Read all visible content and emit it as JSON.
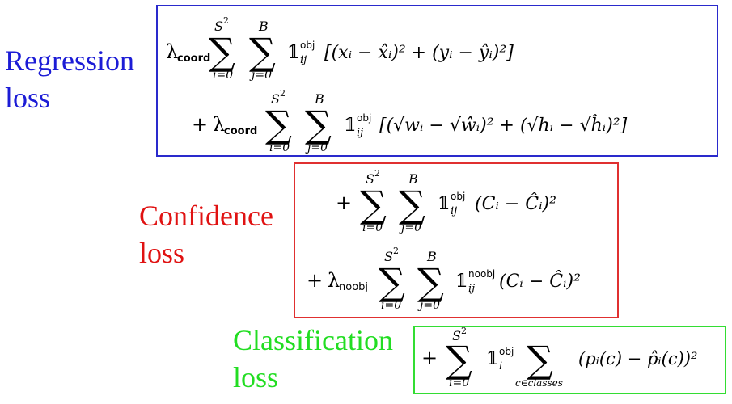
{
  "labels": {
    "regression": [
      "Regression",
      "loss"
    ],
    "confidence": [
      "Confidence",
      "loss"
    ],
    "classification": [
      "Classification",
      "loss"
    ]
  },
  "colors": {
    "regression": "#1c1cd6",
    "confidence": "#e01212",
    "classification": "#22dd22"
  },
  "symbols": {
    "lambda": "λ",
    "coord": "coord",
    "noobj_lambda": "noobj",
    "sum": "∑",
    "indicator": "𝟙",
    "obj": "obj",
    "noobj": "noobj",
    "S2": "S",
    "two": "2",
    "B": "B",
    "i0": "i=0",
    "j0": "j=0",
    "ij": "ij",
    "i": "i",
    "cclasses": "c∈classes",
    "plus": "+"
  },
  "terms": {
    "reg1": "[(xᵢ − x̂ᵢ)² + (yᵢ − ŷᵢ)²]",
    "reg2": "[(√wᵢ − √ŵᵢ)² + (√hᵢ − √ĥᵢ)²]",
    "conf1": "(Cᵢ − Ĉᵢ)²",
    "conf2": "(Cᵢ − Ĉᵢ)²",
    "cls": "(pᵢ(c) − p̂ᵢ(c))²"
  }
}
